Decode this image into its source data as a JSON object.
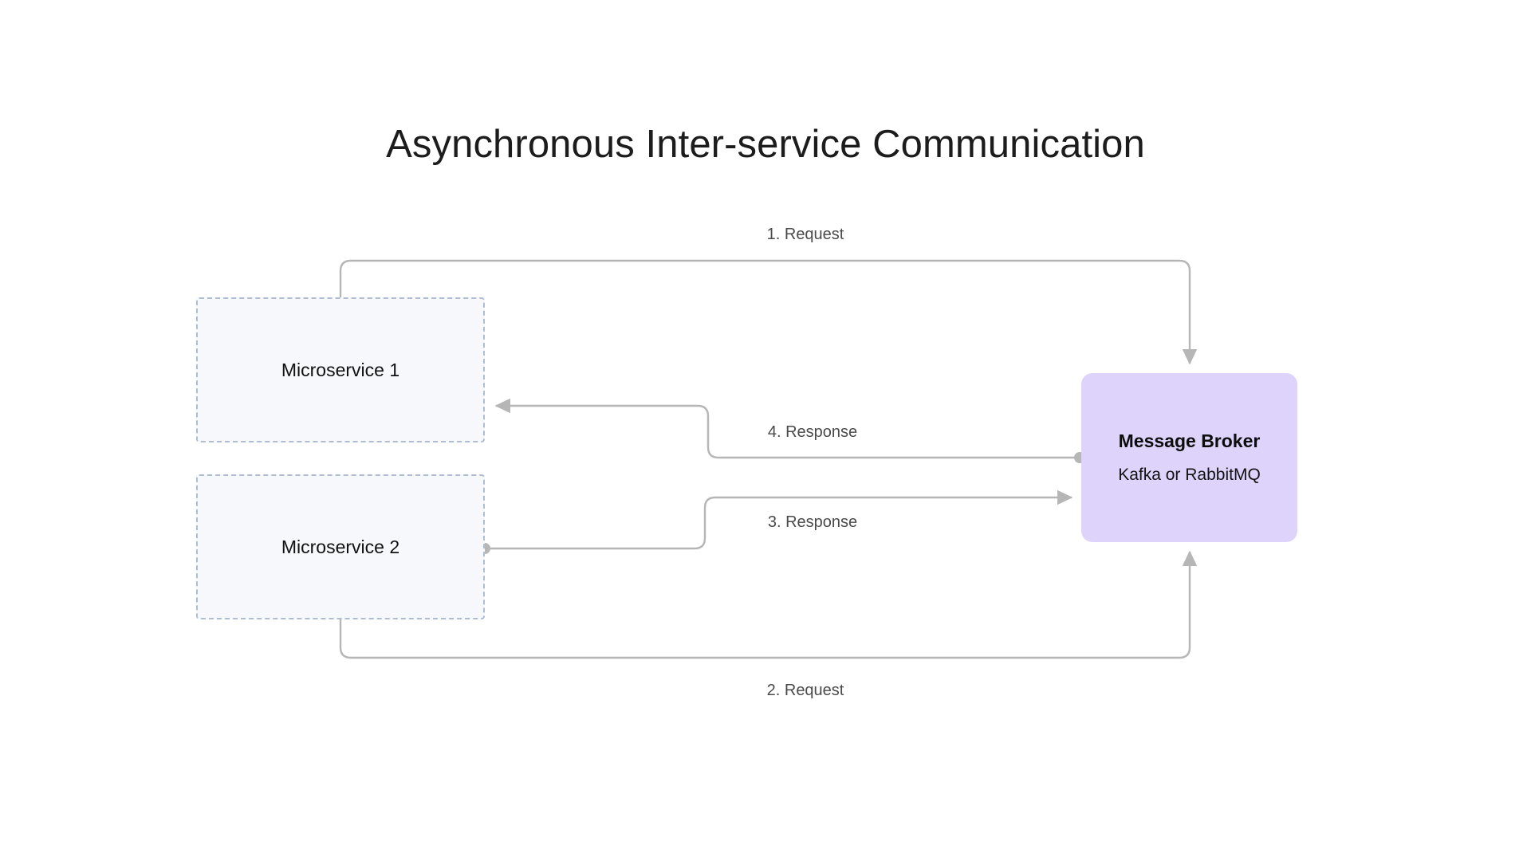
{
  "diagram": {
    "title": "Asynchronous Inter-service Communication",
    "background_color": "#ffffff",
    "nodes": [
      {
        "id": "microservice-1",
        "label": "Microservice 1",
        "shape": "rectangle",
        "border_style": "dashed",
        "border_color": "#aebdd1",
        "fill_color": "#f6f8fc",
        "text_color": "#111111"
      },
      {
        "id": "microservice-2",
        "label": "Microservice 2",
        "shape": "rectangle",
        "border_style": "dashed",
        "border_color": "#aebdd1",
        "fill_color": "#f6f8fc",
        "text_color": "#111111"
      },
      {
        "id": "message-broker",
        "title": "Message Broker",
        "subtitle": "Kafka or RabbitMQ",
        "shape": "rounded-rectangle",
        "border_style": "none",
        "fill_color": "#ded3fb",
        "text_color": "#0d0d0d"
      }
    ],
    "edges": [
      {
        "id": "edge-1-request",
        "label": "1. Request",
        "from": "microservice-1",
        "to": "message-broker",
        "from_port": "top",
        "to_port": "top",
        "marker_start": "none",
        "marker_end": "arrow",
        "color": "#b6b6b6"
      },
      {
        "id": "edge-4-response",
        "label": "4. Response",
        "from": "message-broker",
        "to": "microservice-1",
        "from_port": "left",
        "to_port": "right",
        "marker_start": "dot",
        "marker_end": "arrow",
        "color": "#b6b6b6"
      },
      {
        "id": "edge-3-response",
        "label": "3. Response",
        "from": "microservice-2",
        "to": "message-broker",
        "from_port": "right",
        "to_port": "left",
        "marker_start": "dot",
        "marker_end": "arrow",
        "color": "#b6b6b6"
      },
      {
        "id": "edge-2-request",
        "label": "2. Request",
        "from": "microservice-2",
        "to": "message-broker",
        "from_port": "bottom",
        "to_port": "bottom",
        "marker_start": "none",
        "marker_end": "arrow",
        "color": "#b6b6b6"
      }
    ]
  }
}
